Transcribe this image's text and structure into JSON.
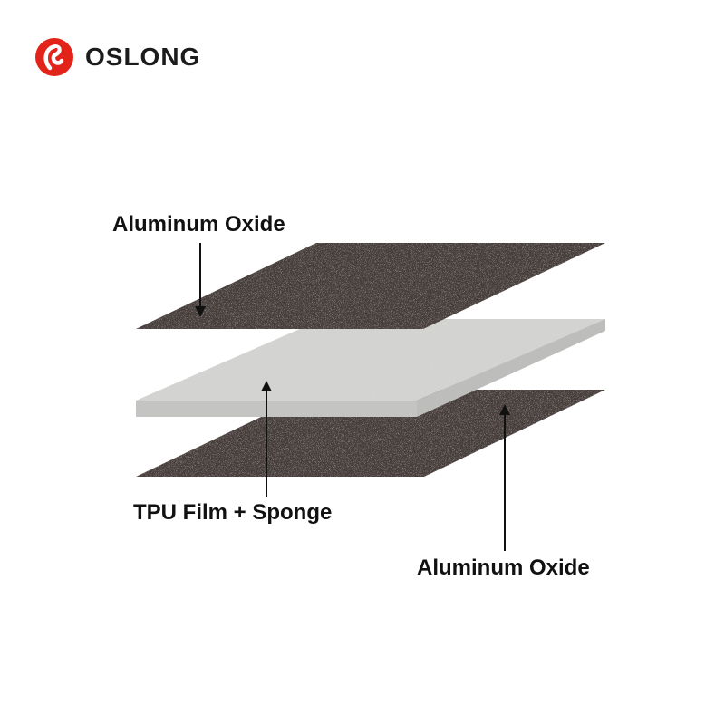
{
  "brand": {
    "name": "OSLONG",
    "accent_color": "#e2231a",
    "logo_icon": "swan-logo-icon"
  },
  "layers": [
    {
      "label": "Aluminum Oxide",
      "color": "#4a3f3d",
      "position": "top"
    },
    {
      "label": "TPU Film + Sponge",
      "color": "#d2d2d0",
      "position": "middle"
    },
    {
      "label": "Aluminum Oxide",
      "color": "#4a3f3d",
      "position": "bottom"
    }
  ]
}
